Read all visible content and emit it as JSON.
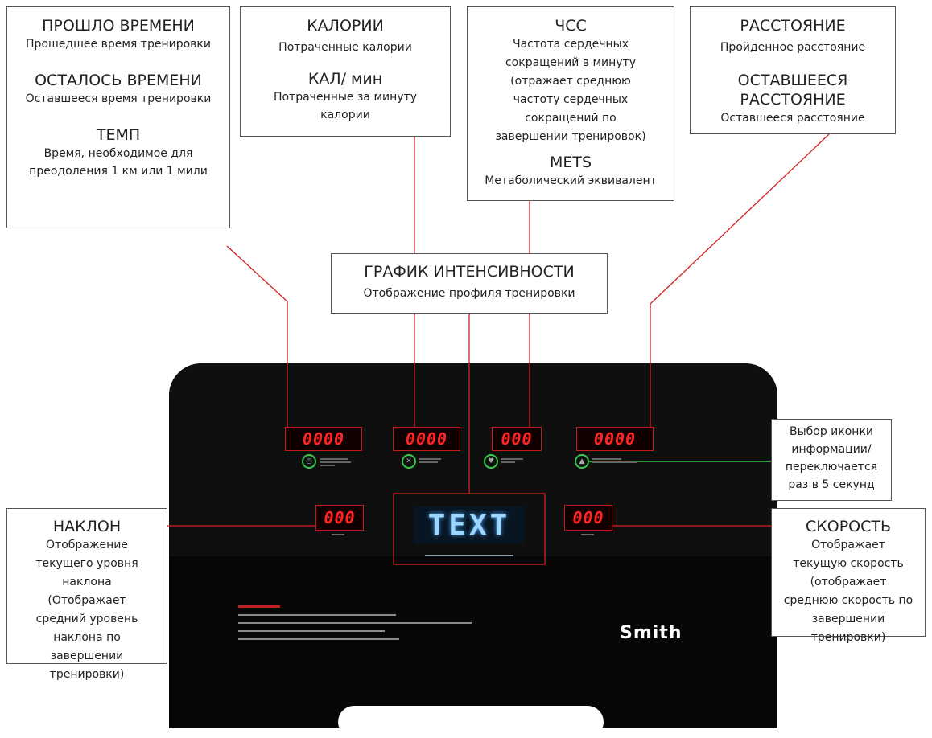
{
  "colors": {
    "callout_red": "#d42020",
    "icon_green": "#38c94a",
    "console": "#070707",
    "led": "#ff2424"
  },
  "callouts": {
    "time": {
      "elapsed_title": "ПРОШЛО ВРЕМЕНИ",
      "elapsed_desc": "Прошедшее время тренировки",
      "remaining_title": "ОСТАЛОСЬ ВРЕМЕНИ",
      "remaining_desc": "Оставшееся время тренировки",
      "pace_title": "ТЕМП",
      "pace_desc": "Время, необходимое для преодоления 1 км или 1 мили"
    },
    "calories": {
      "title": "КАЛОРИИ",
      "desc": "Потраченные калории",
      "per_min_title": "КАЛ/ мин",
      "per_min_desc": "Потраченные за минуту калории"
    },
    "hr": {
      "title": "ЧСС",
      "desc": "Частота сердечных сокращений в минуту\n(отражает среднюю частоту сердечных сокращений по завершении тренировок)",
      "mets_title": "METS",
      "mets_desc": "Метаболический эквивалент"
    },
    "distance": {
      "title": "РАССТОЯНИЕ",
      "desc": "Пройденное расстояние",
      "remaining_title": "ОСТАВШЕЕСЯ РАССТОЯНИЕ",
      "remaining_desc": "Оставшееся расстояние"
    },
    "intensity": {
      "title": "ГРАФИК ИНТЕНСИВНОСТИ",
      "desc": "Отображение профиля тренировки"
    },
    "icon_select": {
      "desc": "Выбор иконки информации/ переключается раз в 5 секунд"
    },
    "incline": {
      "title": "НАКЛОН",
      "desc": "Отображение текущего уровня наклона\n(Отображает средний уровень наклона по завершении тренировки)"
    },
    "speed": {
      "title": "СКОРОСТЬ",
      "desc": "Отображает текущую скорость (отображает среднюю скорость по завершении тренировки)"
    }
  },
  "console": {
    "led_time": "0000",
    "led_calories": "0000",
    "led_hr": "000",
    "led_distance": "0000",
    "led_incline": "000",
    "led_speed": "000",
    "screen_text": "TEXT",
    "brand": "Smith"
  }
}
